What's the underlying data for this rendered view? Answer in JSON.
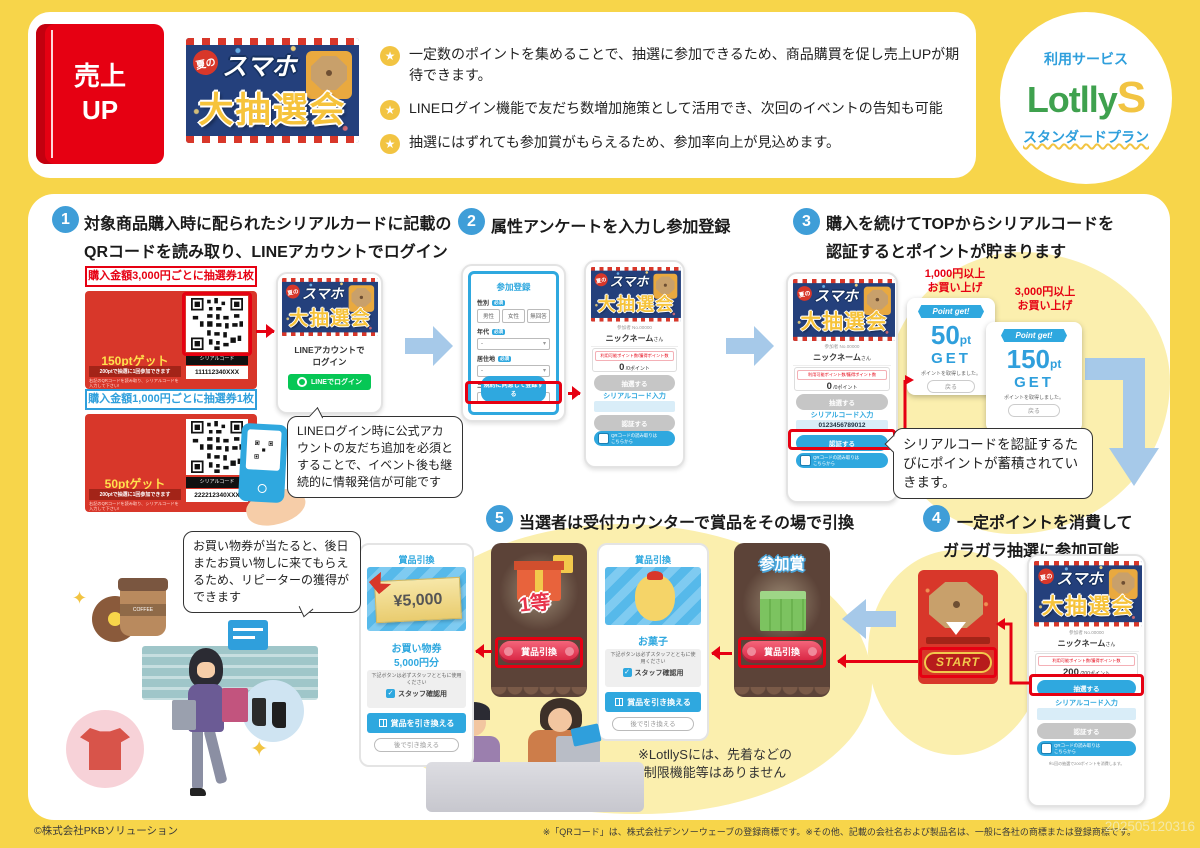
{
  "header": {
    "tab_line1": "売上",
    "tab_line2": "UP",
    "banner": {
      "natsu": "夏の",
      "sumaho": "スマホ",
      "main": "大抽選会"
    },
    "bullets": [
      "一定数のポイントを集めることで、抽選に参加できるため、商品購買を促し売上UPが期待できます。",
      "LINEログイン機能で友だち数増加施策として活用でき、次回のイベントの告知も可能",
      "抽選にはずれても参加賞がもらえるため、参加率向上が見込めます。"
    ],
    "service_label": "利用サービス",
    "logo_main": "Lotlly",
    "logo_s": "S",
    "plan": "スタンダードプラン"
  },
  "step1": {
    "num": "1",
    "title1": "対象商品購入時に配られたシリアルカードに記載の",
    "title2": "QRコードを読み取り、LINEアカウントでログイン",
    "card_a_label": "購入金額3,000円ごとに抽選券1枚",
    "card_a_pt": "150ptゲット",
    "card_b_label": "購入金額1,000円ごとに抽選券1枚",
    "card_b_pt": "50ptゲット",
    "note1": "200ptで抽選に1回参加できます",
    "note2": "右記のQRコードを読み取り、シリアルコードを入力して下さい!",
    "serial_label": "シリアルコード",
    "card_a_serial": "111112340XXX",
    "card_b_serial": "222212340XXX",
    "login1": "LINEアカウントで",
    "login2": "ログイン",
    "line_btn": "LINEでログイン",
    "bubble": "LINEログイン時に公式アカウントの友だち追加を必須とすることで、イベント後も継続的に情報発信が可能です"
  },
  "step2": {
    "num": "2",
    "title": "属性アンケートを入力し参加登録",
    "form_title": "参加登録",
    "required": "必須",
    "gender": "性別",
    "gender_m": "男性",
    "gender_f": "女性",
    "gender_n": "無回答",
    "age": "年代",
    "residence": "居住地",
    "nickname": "ニックネーム",
    "dash": "-",
    "submit": "規約に同意して登録する"
  },
  "app": {
    "member": "参加者 No.00000",
    "nickname": "ニックネーム",
    "san": "さん",
    "points_label": "利用可能ポイント数/獲得ポイント数",
    "points0": "0",
    "points0_unit": " /0ポイント",
    "points200": "200",
    "points200_unit": " /200ポイント",
    "lottery": "抽選する",
    "serial_label": "シリアルコード入力",
    "serial_value": "0123456789012",
    "auth": "認証する",
    "qr_pill1": "QRコードの読み取りは",
    "qr_pill2": "こちらから",
    "note": "※1回の抽選で200ポイントを消費します。"
  },
  "step3": {
    "num": "3",
    "title1": "購入を続けてTOPからシリアルコードを",
    "title2": "認証するとポイントが貯まります",
    "tag_a1": "1,000円以上",
    "tag_a2": "お買い上げ",
    "tag_b1": "3,000円以上",
    "tag_b2": "お買い上げ",
    "ribbon": "Point get!",
    "pt_a": "50",
    "pt_b": "150",
    "pt_unit": "pt",
    "get": "GET",
    "msg": "ポイントを取得しました。",
    "back": "戻る",
    "bubble": "シリアルコードを認証するたびにポイントが蓄積されていきます。"
  },
  "step4": {
    "num": "4",
    "title1": "一定ポイントを消費して",
    "title2": "ガラガラ抽選に参加可能",
    "start": "START"
  },
  "step5": {
    "num": "5",
    "title": "当選者は受付カウンターで賞品をその場で引換",
    "redeem_title": "賞品引換",
    "coupon_value": "¥5,000",
    "prize_a1": "お買い物券",
    "prize_a2": "5,000円分",
    "prize_b": "お菓子",
    "staff_note": "下記ボタンは必ずスタッフとともに使用ください",
    "staff_check": "スタッフ確認用",
    "redeem_btn": "賞品を引き換える",
    "later_btn": "後で引き換える",
    "first": "1等",
    "participation": "参加賞",
    "redeem_red": "賞品引換",
    "note1": "※LotllySには、先着などの",
    "note2": "制限機能等はありません",
    "bubble": "お買い物券が当たると、後日またお買い物しに来てもらえるため、リピーターの獲得ができます",
    "coffee": "COFFEE"
  },
  "footer": {
    "left": "©株式会社PKBソリューション",
    "right": "※「QRコード」は、株式会社デンソーウェーブの登録商標です。※その他、記載の会社名および製品名は、一般に各社の商標または登録商標です。",
    "code": "202505120316"
  }
}
